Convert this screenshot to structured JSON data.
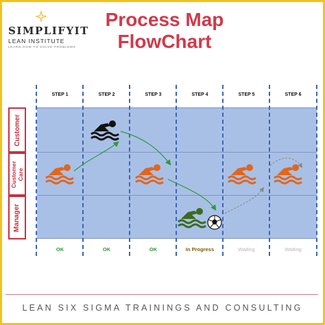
{
  "logo": {
    "name": "SIMPLIFYIT",
    "subtitle": "LEAN INSTITUTE",
    "tagline": "LEARN HOW TO SOLVE PROBLEMS"
  },
  "title": {
    "line1": "Process Map",
    "line2": "FlowChart"
  },
  "steps": [
    "STEP 1",
    "STEP 2",
    "STEP 3",
    "STEP 4",
    "STEP 5",
    "STEP 6"
  ],
  "lanes": [
    {
      "label": "Customer"
    },
    {
      "label_line1": "Customer",
      "label_line2": "Care"
    },
    {
      "label": "Manager"
    }
  ],
  "statuses": [
    "OK",
    "OK",
    "OK",
    "In Progress",
    "Waiting",
    "Waiting"
  ],
  "footer": "LEAN SIX SIGMA TRAININGS AND CONSULTING",
  "colors": {
    "accent_red": "#d1394a",
    "border_yellow": "#f2c318",
    "lane_fill": "#a9c0e6",
    "swimmer_orange": "#e0661f",
    "swimmer_black": "#111111",
    "swimmer_green": "#3c6b1f",
    "status_ok": "#2e9a3e",
    "status_progress": "#7a5a10",
    "status_waiting": "#b5b5b5"
  },
  "icons": [
    "swimmer-icon",
    "soccer-ball-icon",
    "logo-star-icon"
  ]
}
